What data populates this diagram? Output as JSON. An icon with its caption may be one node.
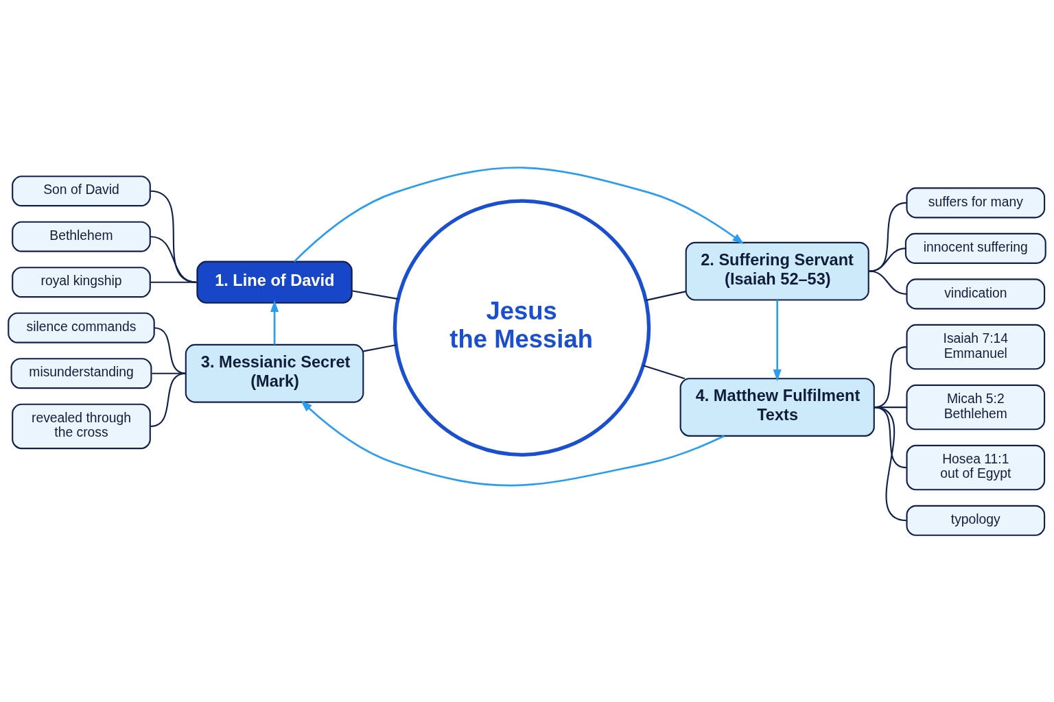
{
  "diagram": {
    "nodes": [
      {
        "text": [
          "Jesus the Messiah"
        ]
      },
      {
        "text": [
          "1. Line of David"
        ]
      },
      {
        "text": [
          "Son of David"
        ]
      },
      {
        "text": [
          "Bethlehem"
        ]
      },
      {
        "text": [
          "royal kingship"
        ]
      },
      {
        "text": [
          "2. Suffering Servant (Isaiah 52–53)"
        ]
      },
      {
        "text": [
          "suffers for many"
        ]
      },
      {
        "text": [
          "innocent suffering"
        ]
      },
      {
        "text": [
          "vindication"
        ]
      },
      {
        "text": [
          "3. Messianic Secret (Mark)"
        ]
      },
      {
        "text": [
          "silence commands"
        ]
      },
      {
        "text": [
          "misunderstanding"
        ]
      },
      {
        "text": [
          "revealed through the cross"
        ]
      },
      {
        "text": [
          "4. Matthew Fulfilment Texts"
        ]
      },
      {
        "text": [
          "Isaiah 7:14 Emmanuel"
        ]
      },
      {
        "text": [
          "Micah 5:2 Bethlehem"
        ]
      },
      {
        "text": [
          "Hosea 11:1 out of Egypt"
        ]
      },
      {
        "text": [
          "typology"
        ]
      }
    ],
    "edges": [
      {
        "from": 0,
        "to": 1,
        "arrow": "none"
      },
      {
        "from": 0,
        "to": 5,
        "arrow": "none"
      },
      {
        "from": 0,
        "to": 9,
        "arrow": "none"
      },
      {
        "from": 0,
        "to": 13,
        "arrow": "none"
      },
      {
        "from": 1,
        "to": 2,
        "arrow": "none"
      },
      {
        "from": 1,
        "to": 3,
        "arrow": "none"
      },
      {
        "from": 1,
        "to": 4,
        "arrow": "none"
      },
      {
        "from": 5,
        "to": 6,
        "arrow": "none"
      },
      {
        "from": 5,
        "to": 7,
        "arrow": "none"
      },
      {
        "from": 5,
        "to": 8,
        "arrow": "none"
      },
      {
        "from": 9,
        "to": 10,
        "arrow": "none"
      },
      {
        "from": 9,
        "to": 11,
        "arrow": "none"
      },
      {
        "from": 9,
        "to": 12,
        "arrow": "none"
      },
      {
        "from": 13,
        "to": 14,
        "arrow": "none"
      },
      {
        "from": 13,
        "to": 15,
        "arrow": "none"
      },
      {
        "from": 13,
        "to": 16,
        "arrow": "none"
      },
      {
        "from": 13,
        "to": 17,
        "arrow": "none"
      },
      {
        "from": 1,
        "to": 5,
        "arrow": "to",
        "color": "#2a9df0"
      },
      {
        "from": 5,
        "to": 13,
        "arrow": "to",
        "color": "#2a9df0"
      },
      {
        "from": 13,
        "to": 9,
        "arrow": "to",
        "color": "#2a9df0"
      },
      {
        "from": 9,
        "to": 1,
        "arrow": "to",
        "color": "#2a9df0"
      }
    ]
  }
}
